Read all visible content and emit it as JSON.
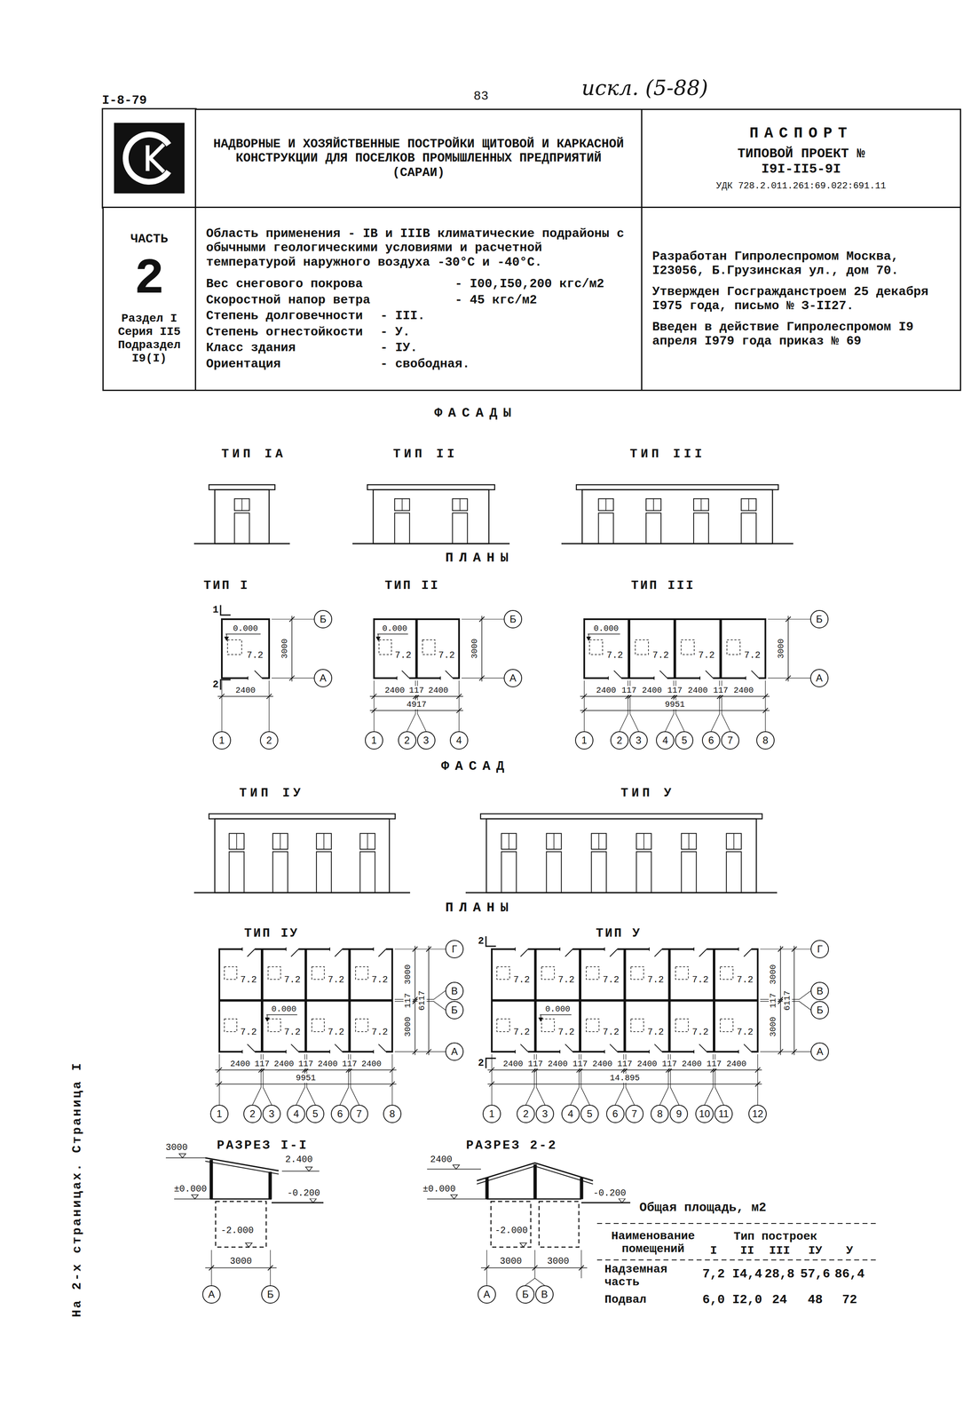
{
  "diagram": {
    "nodes": [
      {
        "text": [
          "НАДВОРНЫЕ И ХОЗЯЙСТВЕННЫЕ ПОСТРОЙКИ ЩИТОВОЙ И КАРКАСНОЙ КОНСТРУКЦИИ ДЛЯ ПОСЕЛКОВ ПРОМЫШЛЕННЫХ ПРЕДПРИЯТИЙ (САРАИ)"
        ]
      },
      {
        "text": [
          "ПАСПОРТ",
          "ТИПОВОЙ ПРОЕКТ № I9I-II5-9I",
          "УДК 728.2.011.261:69.022:691.11"
        ]
      },
      {
        "text": [
          "ЧАСТЬ",
          "2",
          "Раздел I Серия II5 Подраздел I9(I)"
        ]
      },
      {
        "text": [
          "Область применения - IВ и IIIВ климатические подрайоны с обычными геологическими условиями и расчетной температурой наружного воздуха -30°С и -40°С.",
          "Вес снегового покрова",
          "- I00,I50,200 кгс/м2",
          "Скоростной напор ветра",
          "- 45 кгс/м2",
          "Степень долговечности",
          "- III.",
          "Степень огнестойкости",
          "- У.",
          "Класс здания",
          "- IУ.",
          "Ориентация",
          "- свободная."
        ]
      },
      {
        "text": [
          "Разработан Гипролеспромом Москва, I23056, Б.Грузинская ул., дом 70.",
          "Утвержден Госгражданстроем 25 декабря I975 года, письмо № З-II27.",
          "Введен в действие Гипролеспромом I9 апреля I979 года приказ № 69"
        ]
      },
      {
        "text": [
          "Б"
        ]
      },
      {
        "text": [
          "А"
        ]
      },
      {
        "text": [
          "1"
        ]
      },
      {
        "text": [
          "2"
        ]
      },
      {
        "text": [
          "Б"
        ]
      },
      {
        "text": [
          "А"
        ]
      },
      {
        "text": [
          "1"
        ]
      },
      {
        "text": [
          "2"
        ]
      },
      {
        "text": [
          "3"
        ]
      },
      {
        "text": [
          "4"
        ]
      },
      {
        "text": [
          "Б"
        ]
      },
      {
        "text": [
          "А"
        ]
      },
      {
        "text": [
          "1"
        ]
      },
      {
        "text": [
          "2"
        ]
      },
      {
        "text": [
          "3"
        ]
      },
      {
        "text": [
          "4"
        ]
      },
      {
        "text": [
          "5"
        ]
      },
      {
        "text": [
          "6"
        ]
      },
      {
        "text": [
          "7"
        ]
      },
      {
        "text": [
          "8"
        ]
      },
      {
        "text": [
          "Г"
        ]
      },
      {
        "text": [
          "В"
        ]
      },
      {
        "text": [
          "Б"
        ]
      },
      {
        "text": [
          "А"
        ]
      },
      {
        "text": [
          "1"
        ]
      },
      {
        "text": [
          "2"
        ]
      },
      {
        "text": [
          "3"
        ]
      },
      {
        "text": [
          "4"
        ]
      },
      {
        "text": [
          "5"
        ]
      },
      {
        "text": [
          "6"
        ]
      },
      {
        "text": [
          "7"
        ]
      },
      {
        "text": [
          "8"
        ]
      },
      {
        "text": [
          "Г"
        ]
      },
      {
        "text": [
          "В"
        ]
      },
      {
        "text": [
          "Б"
        ]
      },
      {
        "text": [
          "А"
        ]
      },
      {
        "text": [
          "1"
        ]
      },
      {
        "text": [
          "2"
        ]
      },
      {
        "text": [
          "3"
        ]
      },
      {
        "text": [
          "4"
        ]
      },
      {
        "text": [
          "5"
        ]
      },
      {
        "text": [
          "6"
        ]
      },
      {
        "text": [
          "7"
        ]
      },
      {
        "text": [
          "8"
        ]
      },
      {
        "text": [
          "9"
        ]
      },
      {
        "text": [
          "10"
        ]
      },
      {
        "text": [
          "11"
        ]
      },
      {
        "text": [
          "12"
        ]
      },
      {
        "text": [
          "А"
        ]
      },
      {
        "text": [
          "Б"
        ]
      },
      {
        "text": [
          "А"
        ]
      },
      {
        "text": [
          "Б"
        ]
      },
      {
        "text": [
          "В"
        ]
      }
    ],
    "labels": [
      "I-8-79",
      "83",
      "искл. (5-88)",
      "ФАСАДЫ",
      "ТИП IА",
      "ТИП II",
      "ТИП III",
      "ПЛАНЫ",
      "ТИП I",
      "ТИП II",
      "ТИП III",
      "0.000",
      "7.2",
      "3000",
      "2400",
      "1",
      "2",
      "0.000",
      "7.2",
      "7.2",
      "3000",
      "2400",
      "117",
      "2400",
      "4917",
      "0.000",
      "7.2",
      "7.2",
      "7.2",
      "7.2",
      "3000",
      "2400",
      "117",
      "2400",
      "117",
      "2400",
      "117",
      "2400",
      "9951",
      "ФАСАД",
      "ТИП IУ",
      "ТИП У",
      "ПЛАНЫ",
      "ТИП IУ",
      "ТИП У",
      "0.000",
      "7.2",
      "7.2",
      "7.2",
      "7.2",
      "7.2",
      "7.2",
      "7.2",
      "7.2",
      "3000",
      "117",
      "3000",
      "6117",
      "2400",
      "117",
      "2400",
      "117",
      "2400",
      "117",
      "2400",
      "9951",
      "0.000",
      "7.2",
      "7.2",
      "7.2",
      "7.2",
      "7.2",
      "7.2",
      "7.2",
      "7.2",
      "7.2",
      "7.2",
      "7.2",
      "7.2",
      "3000",
      "117",
      "3000",
      "6117",
      "2400",
      "117",
      "2400",
      "117",
      "2400",
      "117",
      "2400",
      "117",
      "2400",
      "117",
      "2400",
      "14.895",
      "2",
      "2",
      "РАЗРЕЗ I-I",
      "3000",
      "±0.000",
      "2.400",
      "-0.200",
      "-2.000",
      "3000",
      "РАЗРЕЗ 2-2",
      "2400",
      "±0.000",
      "-0.200",
      "-2.000",
      "3000",
      "3000",
      "Общая площадь, м2",
      "Наименование помещений",
      "Тип построек",
      "I",
      "II",
      "III",
      "IУ",
      "У",
      "Надземная часть",
      "7,2",
      "I4,4",
      "28,8",
      "57,6",
      "86,4",
      "Подвал",
      "6,0",
      "I2,0",
      "24",
      "48",
      "72",
      "На 2-х страницах. Страница I"
    ]
  }
}
